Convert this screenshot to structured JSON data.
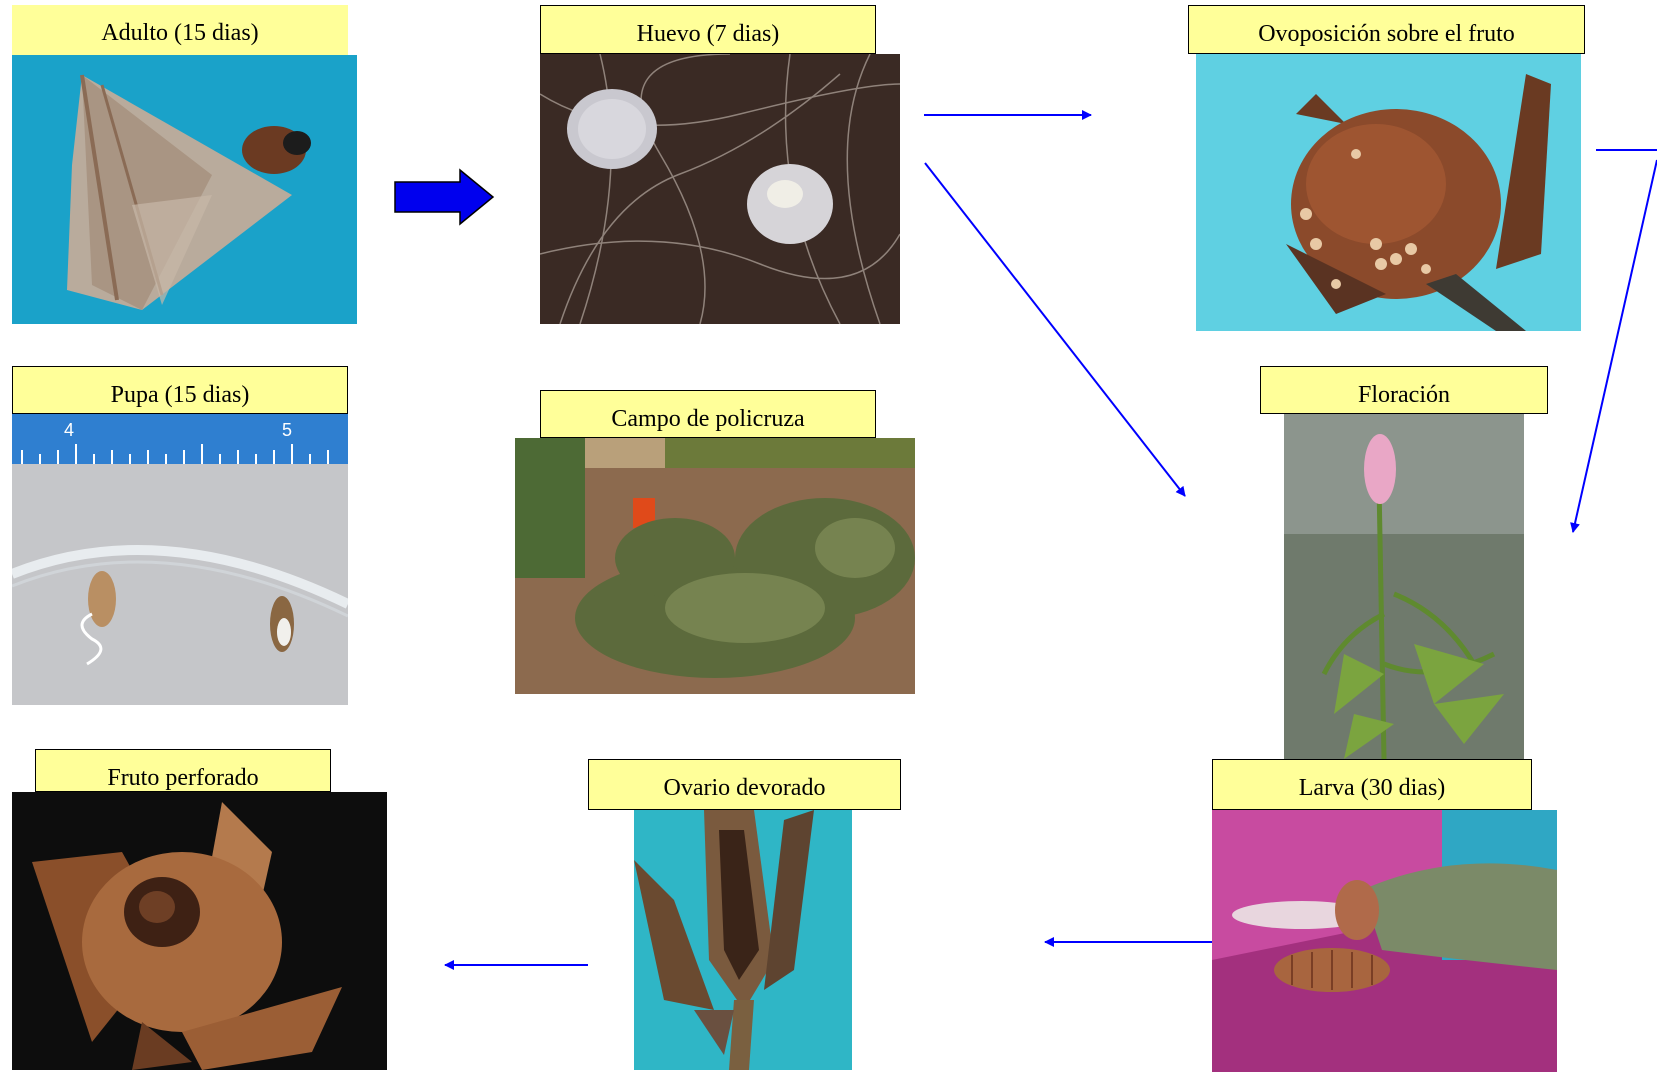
{
  "stages": [
    {
      "id": "adulto",
      "label": "Adulto (15 dias)",
      "photo": "moth-photo"
    },
    {
      "id": "huevo",
      "label": "Huevo (7 dias)",
      "photo": "eggs-photo"
    },
    {
      "id": "ovoposicion",
      "label": "Ovoposición sobre el fruto",
      "photo": "fruit-eggs-photo"
    },
    {
      "id": "pupa",
      "label": "Pupa (15 dias)",
      "photo": "pupae-photo"
    },
    {
      "id": "campo",
      "label": "Campo de policruza",
      "photo": "field-photo"
    },
    {
      "id": "floracion",
      "label": "Floración",
      "photo": "flower-photo"
    },
    {
      "id": "fruto",
      "label": "Fruto perforado",
      "photo": "perforated-fruit-photo"
    },
    {
      "id": "ovario",
      "label": "Ovario devorado",
      "photo": "eaten-ovary-photo"
    },
    {
      "id": "larva",
      "label": "Larva  (30 dias)",
      "photo": "larva-photo"
    }
  ],
  "ruler": {
    "tick_4": "4",
    "tick_5": "5"
  },
  "colors": {
    "label_fill": "#ffff99",
    "arrow": "#0000ff",
    "block_arrow": "#0000ee"
  }
}
